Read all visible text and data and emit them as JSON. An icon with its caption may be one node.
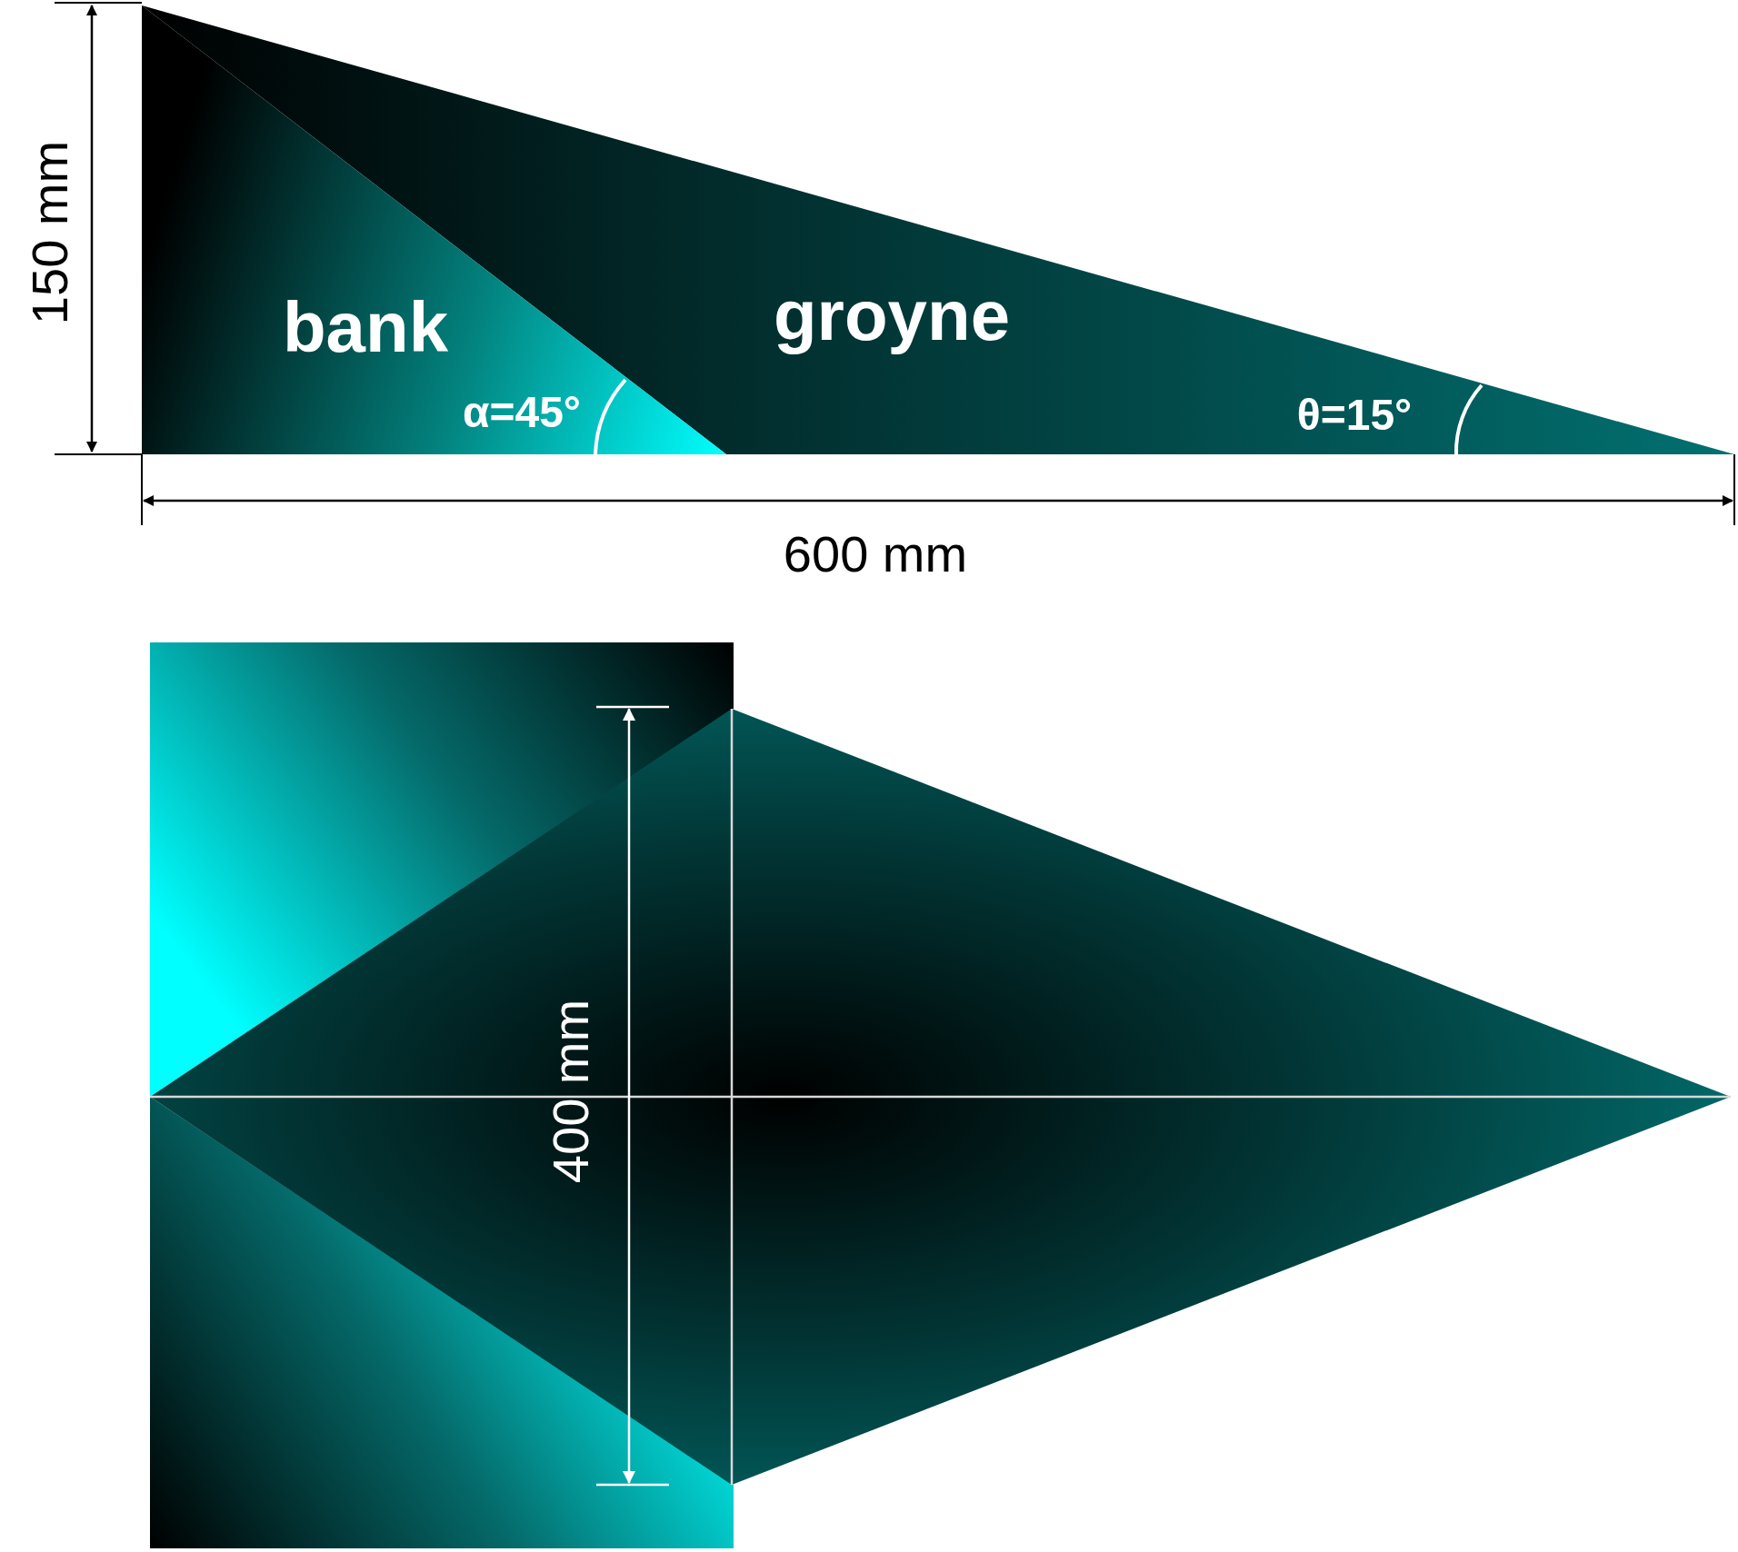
{
  "diagram": {
    "labels": [
      "150 mm",
      "bank",
      "groyne",
      "α=45°",
      "θ=15°",
      "600 mm",
      "400 mm"
    ]
  }
}
